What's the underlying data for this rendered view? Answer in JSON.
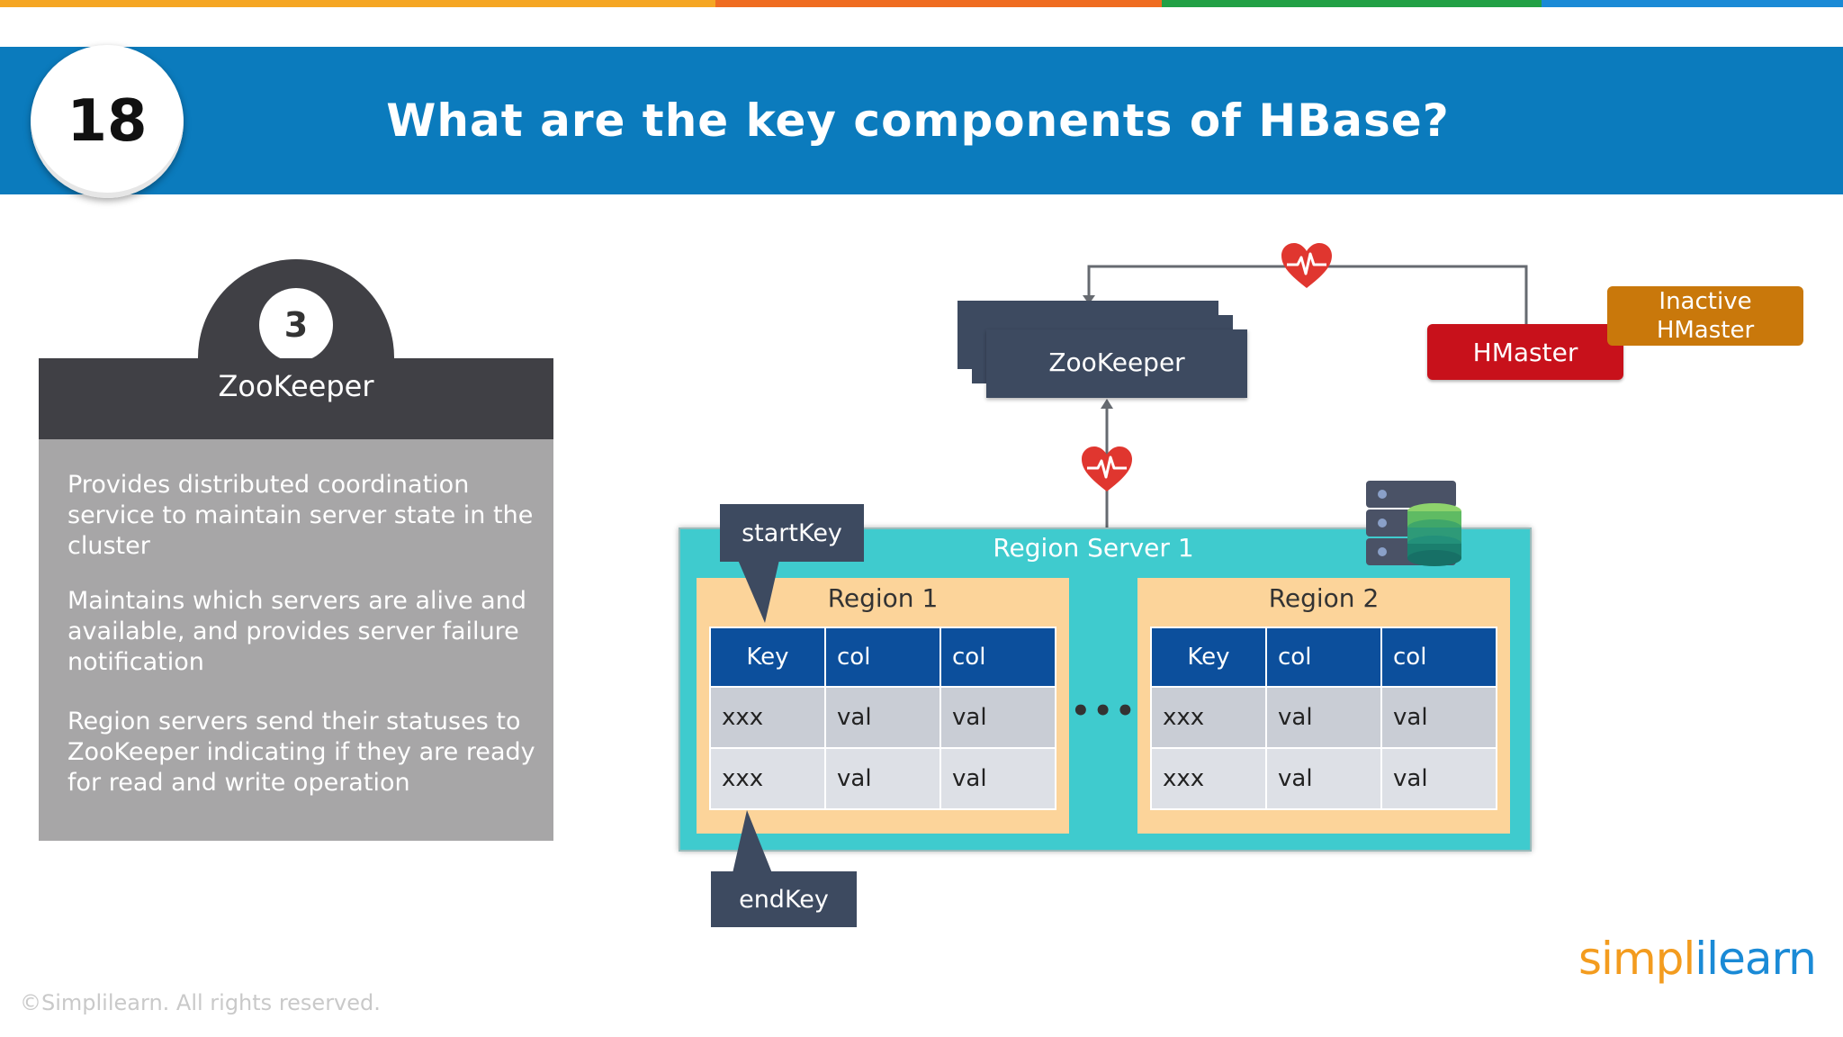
{
  "header": {
    "question_number": "18",
    "title": "What are the key components of HBase?"
  },
  "panel": {
    "step_number": "3",
    "title": "ZooKeeper",
    "paragraphs": [
      "Provides distributed coordination service to maintain server state in the cluster",
      "Maintains which servers are alive and available, and provides server failure notification",
      "Region servers send their statuses to ZooKeeper indicating if they are ready for read and write operation"
    ]
  },
  "diagram": {
    "zookeeper_label": "ZooKeeper",
    "hmaster_label": "HMaster",
    "inactive_hmaster_label": "Inactive HMaster",
    "region_server_label": "Region Server 1",
    "start_key_label": "startKey",
    "end_key_label": "endKey",
    "ellipsis": "••••",
    "regions": [
      {
        "title": "Region 1",
        "headers": [
          "Key",
          "col",
          "col"
        ],
        "rows": [
          [
            "xxx",
            "val",
            "val"
          ],
          [
            "xxx",
            "val",
            "val"
          ]
        ]
      },
      {
        "title": "Region 2",
        "headers": [
          "Key",
          "col",
          "col"
        ],
        "rows": [
          [
            "xxx",
            "val",
            "val"
          ],
          [
            "xxx",
            "val",
            "val"
          ]
        ]
      }
    ]
  },
  "footer": {
    "copyright": "©Simplilearn. All rights reserved.",
    "logo_part1": "simpl",
    "logo_part2": "ilearn"
  },
  "colors": {
    "header_blue": "#0b7bbd",
    "panel_dark": "#404045",
    "panel_gray": "#a7a6a7",
    "zookeeper_navy": "#3d4a60",
    "hmaster_red": "#c8111b",
    "inactive_orange": "#c9780b",
    "region_server_teal": "#3fcbce",
    "region_peach": "#fcd49a",
    "table_header_blue": "#0c4f9c",
    "heart_red": "#e0362f"
  },
  "icons": [
    "heartbeat-icon",
    "server-database-icon"
  ]
}
